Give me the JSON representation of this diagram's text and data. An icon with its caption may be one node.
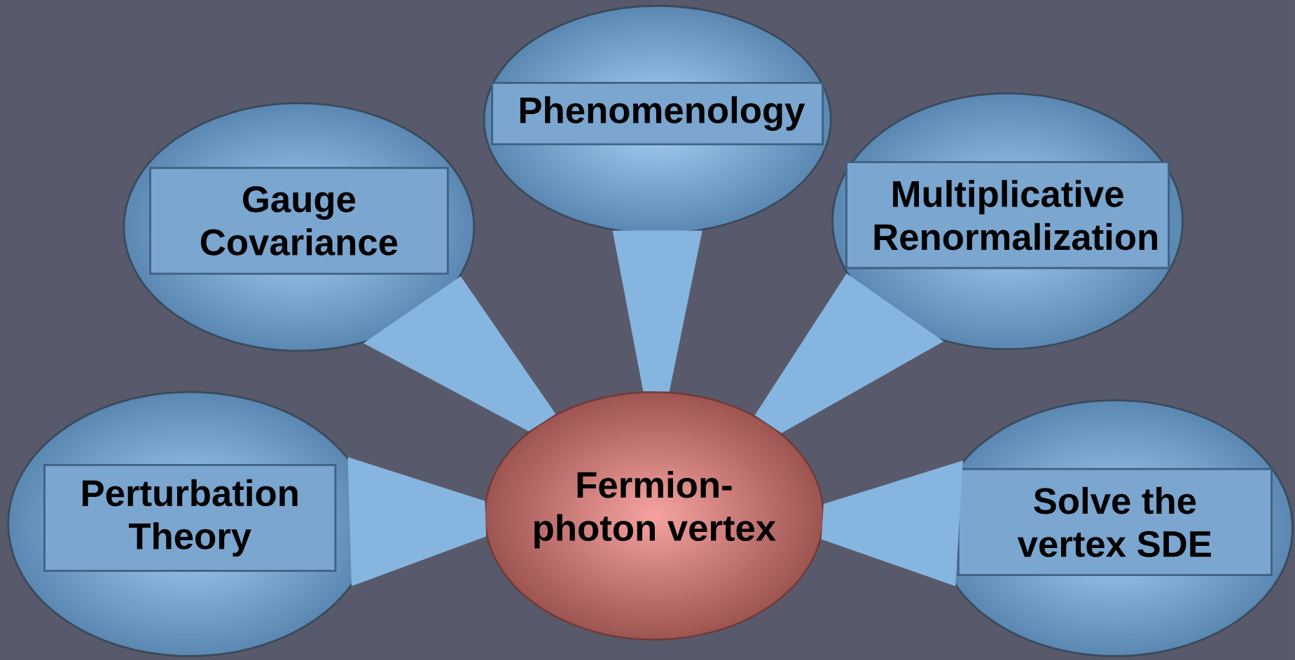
{
  "diagram": {
    "nodes": [
      {
        "text": [
          "Phenomenology"
        ]
      },
      {
        "text": [
          "Gauge Covariance"
        ]
      },
      {
        "text": [
          "Multiplicative Renormalization"
        ]
      },
      {
        "text": [
          "Perturbation Theory"
        ]
      },
      {
        "text": [
          "Fermion-photon vertex"
        ]
      },
      {
        "text": [
          "Solve the vertex SDE"
        ]
      }
    ],
    "edges": [
      {
        "from": 4,
        "to": 0,
        "arrow": "none"
      },
      {
        "from": 4,
        "to": 1,
        "arrow": "none"
      },
      {
        "from": 4,
        "to": 2,
        "arrow": "none"
      },
      {
        "from": 4,
        "to": 3,
        "arrow": "none"
      },
      {
        "from": 4,
        "to": 5,
        "arrow": "none"
      }
    ]
  }
}
